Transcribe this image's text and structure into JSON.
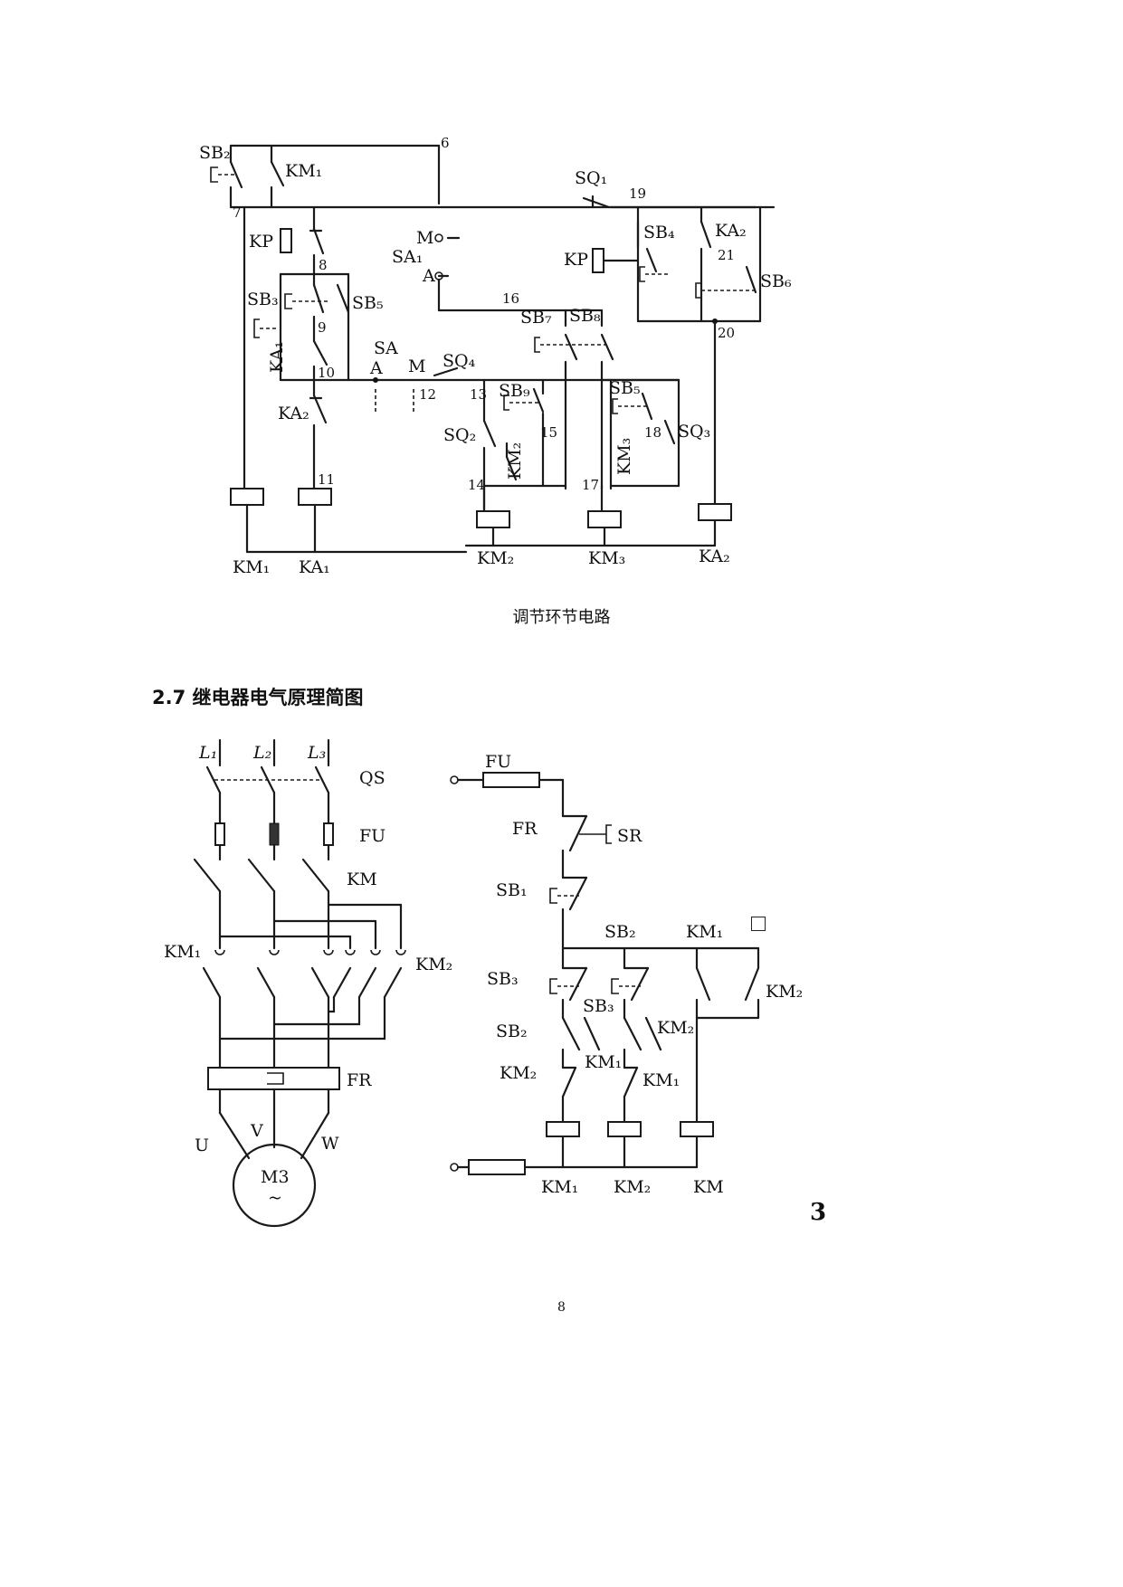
{
  "figure1": {
    "caption": "调节环节电路",
    "labels": {
      "SB2": "SB₂",
      "KM1": "KM₁",
      "n6": "6",
      "n7": "7",
      "SQ1": "SQ₁",
      "n19": "19",
      "KP_left": "KP",
      "M": "M",
      "SA1": "SA₁",
      "A": "A",
      "KP_right": "KP",
      "SB4": "SB₄",
      "KA2_top": "KA₂",
      "n21": "21",
      "SB6": "SB₆",
      "n8": "8",
      "SB3": "SB₃",
      "SB5": "SB₅",
      "n16": "16",
      "SB7": "SB₇",
      "SB8": "SB₈",
      "n9": "9",
      "n20": "20",
      "KA1_contact": "KA₁",
      "n10": "10",
      "SA_mid": "SA",
      "A_mid": "A",
      "M_mid": "M",
      "SQ4": "SQ₄",
      "n12": "12",
      "n13": "13",
      "SB9": "SB₉",
      "SB10": "SB₅",
      "KA2_mid": "KA₂",
      "SQ2": "SQ₂",
      "n15": "15",
      "n18": "18",
      "SQ3": "SQ₃",
      "KM2_contact": "KM₂",
      "KM3_contact": "KM₃",
      "n11": "11",
      "n14": "14",
      "n17": "17",
      "coil_KM1": "KM₁",
      "coil_KA1": "KA₁",
      "coil_KM2": "KM₂",
      "coil_KM3": "KM₃",
      "coil_KA2": "KA₂"
    }
  },
  "section": {
    "heading": "2.7 继电器电气原理简图"
  },
  "figure2": {
    "power": {
      "L1": "L₁",
      "L2": "L₂",
      "L3": "L₃",
      "QS": "QS",
      "FU": "FU",
      "KM": "KM",
      "KM1": "KM₁",
      "KM2": "KM₂",
      "FR": "FR",
      "U": "U",
      "V": "V",
      "W": "W",
      "motor": "M3",
      "motor_sym": "~"
    },
    "control": {
      "FU": "FU",
      "FR": "FR",
      "SR": "SR",
      "SB1": "SB₁",
      "SB2_top": "SB₂",
      "KM1_top": "KM₁",
      "KM2_right": "KM₂",
      "SB3": "SB₃",
      "SB3b": "SB₃",
      "KM2_mid": "KM₂",
      "SB2": "SB₂",
      "KM1_mid": "KM₁",
      "KM2_lower": "KM₂",
      "KM1_lower": "KM₁",
      "coil1": "KM₁",
      "coil2": "KM₂",
      "coil3": "KM"
    },
    "side_number": "3"
  },
  "page_number": "8"
}
